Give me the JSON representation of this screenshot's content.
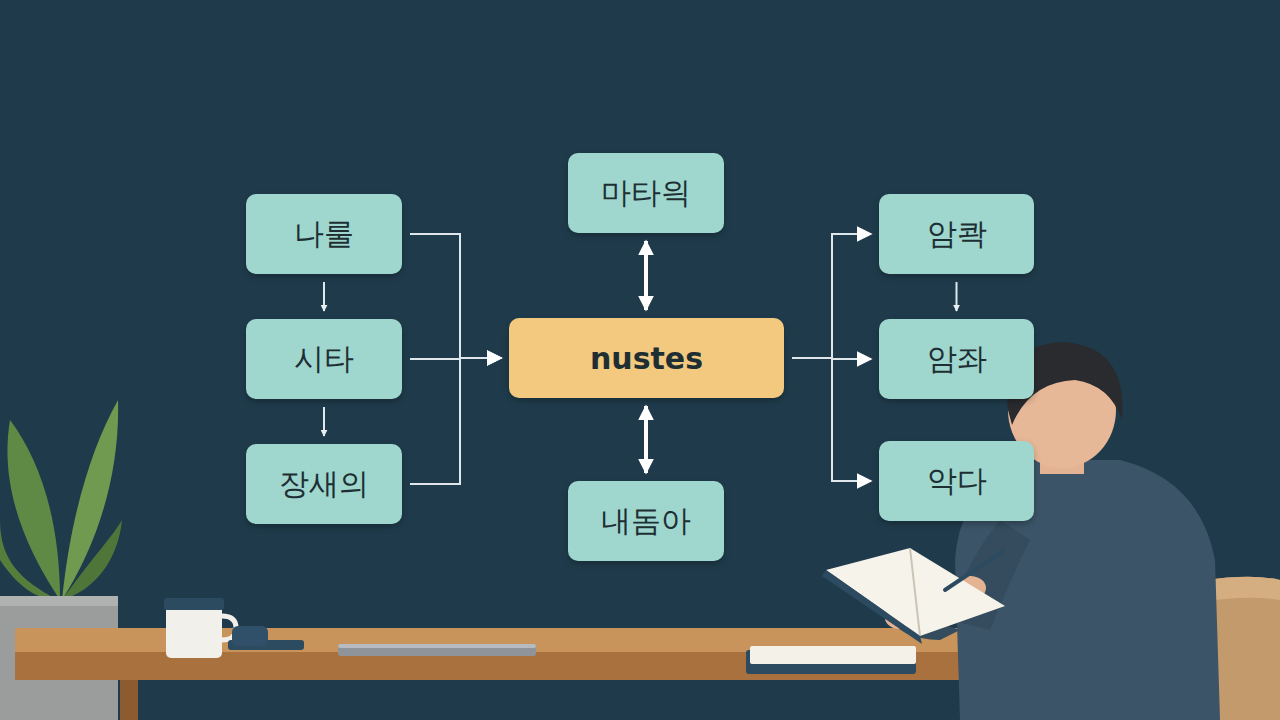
{
  "diagram": {
    "nodes": [
      {
        "text": [
          "나룰"
        ]
      },
      {
        "text": [
          "시타"
        ]
      },
      {
        "text": [
          "장새의"
        ]
      },
      {
        "text": [
          "마타읙"
        ]
      },
      {
        "text": [
          "nustes"
        ]
      },
      {
        "text": [
          "내돔아"
        ]
      },
      {
        "text": [
          "암콱"
        ]
      },
      {
        "text": [
          "암좌"
        ]
      },
      {
        "text": [
          "악다"
        ]
      }
    ],
    "edges": [
      {
        "from": 0,
        "to": 1,
        "arrow": "to"
      },
      {
        "from": 1,
        "to": 2,
        "arrow": "to"
      },
      {
        "from": 0,
        "to": 4,
        "arrow": "to"
      },
      {
        "from": 1,
        "to": 4,
        "arrow": "to"
      },
      {
        "from": 2,
        "to": 4,
        "arrow": "to"
      },
      {
        "from": 3,
        "to": 4,
        "arrow": "both"
      },
      {
        "from": 4,
        "to": 5,
        "arrow": "both"
      },
      {
        "from": 4,
        "to": 6,
        "arrow": "to"
      },
      {
        "from": 4,
        "to": 7,
        "arrow": "to"
      },
      {
        "from": 4,
        "to": 8,
        "arrow": "to"
      },
      {
        "from": 6,
        "to": 7,
        "arrow": "to"
      }
    ]
  }
}
